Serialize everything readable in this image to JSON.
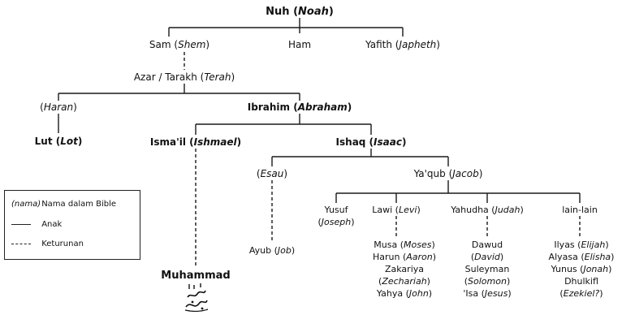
{
  "title": {
    "name": "Nuh",
    "bible": "Noah"
  },
  "gen1": [
    {
      "name": "Sam",
      "bible": "Shem"
    },
    {
      "name": "Ham",
      "bible": ""
    },
    {
      "name": "Yafith",
      "bible": "Japheth"
    }
  ],
  "azar": {
    "name": "Azar / Tarakh",
    "bible": "Terah"
  },
  "haran": {
    "name": "",
    "bible": "Haran"
  },
  "ibrahim": {
    "name": "Ibrahim",
    "bible": "Abraham"
  },
  "lut": {
    "name": "Lut",
    "bible": "Lot"
  },
  "ismail": {
    "name": "Isma'il",
    "bible": "Ishmael"
  },
  "ishaq": {
    "name": "Ishaq",
    "bible": "Isaac"
  },
  "esau": {
    "name": "",
    "bible": "Esau"
  },
  "yaqub": {
    "name": "Ya'qub",
    "bible": "Jacob"
  },
  "yusuf": {
    "name": "Yusuf",
    "bible": "Joseph"
  },
  "lawi": {
    "name": "Lawi",
    "bible": "Levi"
  },
  "yahudha": {
    "name": "Yahudha",
    "bible": "Judah"
  },
  "lainlain": {
    "name": "lain-lain"
  },
  "ayub": {
    "name": "Ayub",
    "bible": "Job"
  },
  "muhammad": {
    "name": "Muhammad"
  },
  "levi_desc": [
    {
      "name": "Musa",
      "bible": "Moses"
    },
    {
      "name": "Harun",
      "bible": "Aaron"
    },
    {
      "name": "Zakariya",
      "bible": ""
    },
    {
      "name": "",
      "bible": "Zechariah"
    },
    {
      "name": "Yahya",
      "bible": "John"
    }
  ],
  "judah_desc": [
    {
      "name": "Dawud",
      "bible": ""
    },
    {
      "name": "",
      "bible": "David"
    },
    {
      "name": "Suleyman",
      "bible": ""
    },
    {
      "name": "",
      "bible": "Solomon"
    },
    {
      "name": "'Isa",
      "bible": "Jesus"
    }
  ],
  "others_desc": [
    {
      "name": "Ilyas",
      "bible": "Elijah"
    },
    {
      "name": "Alyasa",
      "bible": "Elisha"
    },
    {
      "name": "Yunus",
      "bible": "Jonah"
    },
    {
      "name": "Dhulkifl",
      "bible": ""
    },
    {
      "name": "",
      "bible": "Ezekiel?"
    }
  ],
  "legend": {
    "key_italic": "(nama)",
    "label_bible": "Nama dalam Bible",
    "label_child": "Anak",
    "label_desc": "Keturunan"
  }
}
